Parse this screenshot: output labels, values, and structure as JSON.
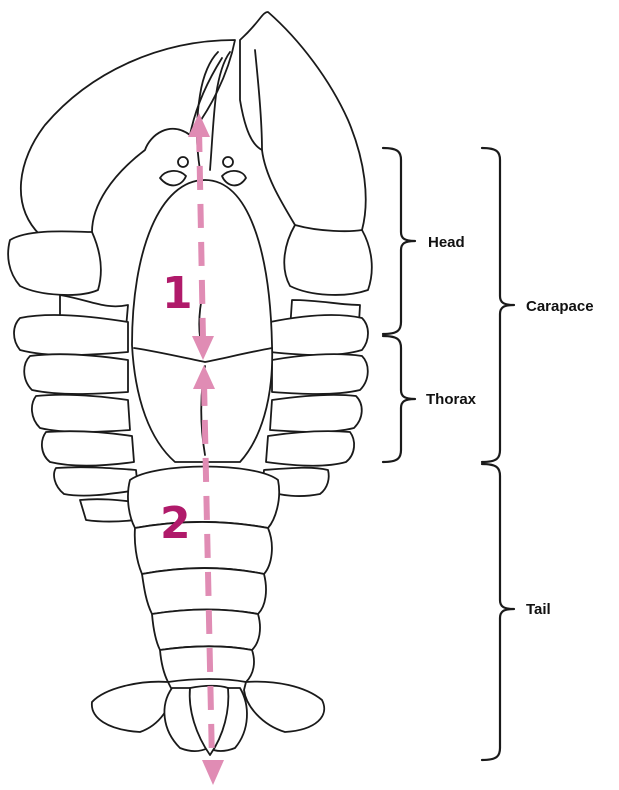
{
  "labels": {
    "head": "Head",
    "thorax": "Thorax",
    "carapace": "Carapace",
    "tail": "Tail"
  },
  "measurements": [
    {
      "number": "1"
    },
    {
      "number": "2"
    }
  ],
  "colors": {
    "outline": "#1a1a1a",
    "measure_arrow": "#e08cb4",
    "measure_number": "#b01a6a",
    "background": "#ffffff"
  }
}
